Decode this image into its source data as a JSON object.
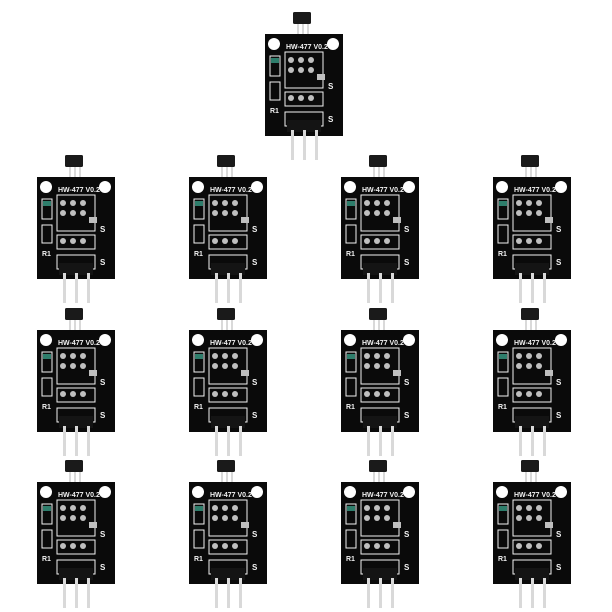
{
  "product": {
    "module_count": 13,
    "board_label": "HW-477 V0.2",
    "resistor_label": "R1",
    "signal_label": "S",
    "colors": {
      "board": "#0a0a0a",
      "silkscreen": "#f2f2f2",
      "pad": "#bfbfbf",
      "pin": "#d9d9d9",
      "sensor": "#1a1a1a",
      "led": "#2e7d6b"
    }
  }
}
